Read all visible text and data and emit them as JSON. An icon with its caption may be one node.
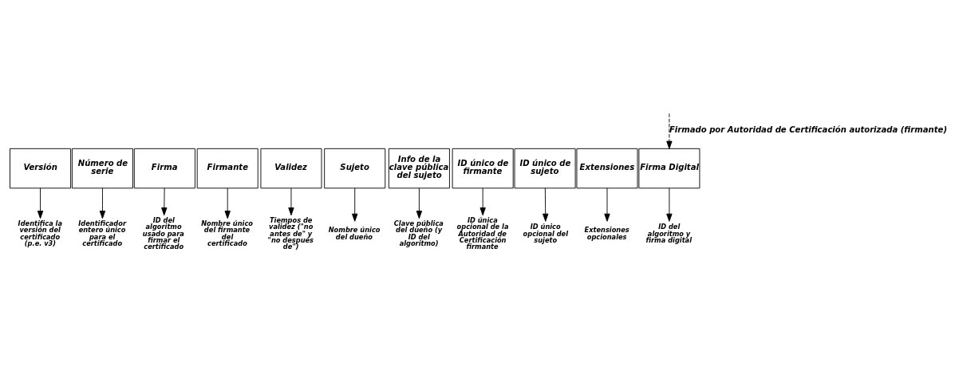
{
  "diagram": {
    "nodes": [
      {
        "text": [
          "Versión"
        ]
      },
      {
        "text": [
          "Número de serie"
        ]
      },
      {
        "text": [
          "Firma"
        ]
      },
      {
        "text": [
          "Firmante"
        ]
      },
      {
        "text": [
          "Validez"
        ]
      },
      {
        "text": [
          "Sujeto"
        ]
      },
      {
        "text": [
          "Info de la clave pública del sujeto"
        ]
      },
      {
        "text": [
          "ID único de firmante"
        ]
      },
      {
        "text": [
          "ID único de sujeto"
        ]
      },
      {
        "text": [
          "Extensiones"
        ]
      },
      {
        "text": [
          "Firma Digital"
        ]
      },
      {
        "text": [
          "Identifica la versión del certificado (p.e. v3)"
        ]
      },
      {
        "text": [
          "Identificador entero único para el certificado"
        ]
      },
      {
        "text": [
          "ID del algoritmo usado para firmar el certificado"
        ]
      },
      {
        "text": [
          "Nombre único del firmante del certificado"
        ]
      },
      {
        "text": [
          "Tiempos de validez (\"no antes de\" y \"no después de\")"
        ]
      },
      {
        "text": [
          "Nombre único del dueño"
        ]
      },
      {
        "text": [
          "Clave pública del dueño (y ID del algoritmo)"
        ]
      },
      {
        "text": [
          "ID única opcional de la Autoridad de Certificación firmante"
        ]
      },
      {
        "text": [
          "ID único opcional del sujeto"
        ]
      },
      {
        "text": [
          "Extensiones opcionales"
        ]
      },
      {
        "text": [
          "ID del algoritmo y firma digital"
        ]
      }
    ],
    "edges": [
      {
        "from": null,
        "to": 10,
        "arrow": "to",
        "style": "dashed",
        "label": "Firmado por Autoridad de Certificación autorizada (firmante)"
      },
      {
        "from": 0,
        "to": 11,
        "arrow": "to"
      },
      {
        "from": 1,
        "to": 12,
        "arrow": "to"
      },
      {
        "from": 2,
        "to": 13,
        "arrow": "to"
      },
      {
        "from": 3,
        "to": 14,
        "arrow": "to"
      },
      {
        "from": 4,
        "to": 15,
        "arrow": "to"
      },
      {
        "from": 5,
        "to": 16,
        "arrow": "to"
      },
      {
        "from": 6,
        "to": 17,
        "arrow": "to"
      },
      {
        "from": 7,
        "to": 18,
        "arrow": "to"
      },
      {
        "from": 8,
        "to": 19,
        "arrow": "to"
      },
      {
        "from": 9,
        "to": 20,
        "arrow": "to"
      },
      {
        "from": 10,
        "to": 21,
        "arrow": "to"
      }
    ]
  }
}
